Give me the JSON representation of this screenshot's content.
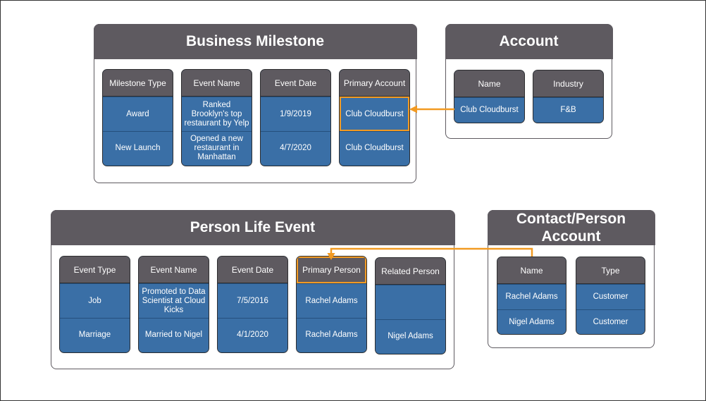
{
  "business_milestone": {
    "title": "Business Milestone",
    "columns": [
      {
        "header": "Milestone Type",
        "cells": [
          "Award",
          "New Launch"
        ]
      },
      {
        "header": "Event Name",
        "cells": [
          "Ranked Brooklyn's top restaurant by Yelp",
          "Opened a new restaurant in Manhattan"
        ]
      },
      {
        "header": "Event Date",
        "cells": [
          "1/9/2019",
          "4/7/2020"
        ]
      },
      {
        "header": "Primary Account",
        "cells": [
          "Club Cloudburst",
          "Club Cloudburst"
        ]
      }
    ]
  },
  "account": {
    "title": "Account",
    "columns": [
      {
        "header": "Name",
        "cells": [
          "Club Cloudburst"
        ]
      },
      {
        "header": "Industry",
        "cells": [
          "F&B"
        ]
      }
    ]
  },
  "person_life_event": {
    "title": "Person Life Event",
    "columns": [
      {
        "header": "Event Type",
        "cells": [
          "Job",
          "Marriage"
        ]
      },
      {
        "header": "Event Name",
        "cells": [
          "Promoted to Data Scientist at Cloud Kicks",
          "Married to Nigel"
        ]
      },
      {
        "header": "Event Date",
        "cells": [
          "7/5/2016",
          "4/1/2020"
        ]
      },
      {
        "header": "Primary Person",
        "cells": [
          "Rachel Adams",
          "Rachel Adams"
        ]
      },
      {
        "header": "Related Person",
        "cells": [
          "",
          "Nigel Adams"
        ]
      }
    ]
  },
  "contact_person_account": {
    "title": "Contact/Person Account",
    "columns": [
      {
        "header": "Name",
        "cells": [
          "Rachel Adams",
          "Nigel Adams"
        ]
      },
      {
        "header": "Type",
        "cells": [
          "Customer",
          "Customer"
        ]
      }
    ]
  },
  "colors": {
    "header_gray": "#5e5a60",
    "cell_blue": "#3a6fa6",
    "highlight_orange": "#f29a22"
  }
}
